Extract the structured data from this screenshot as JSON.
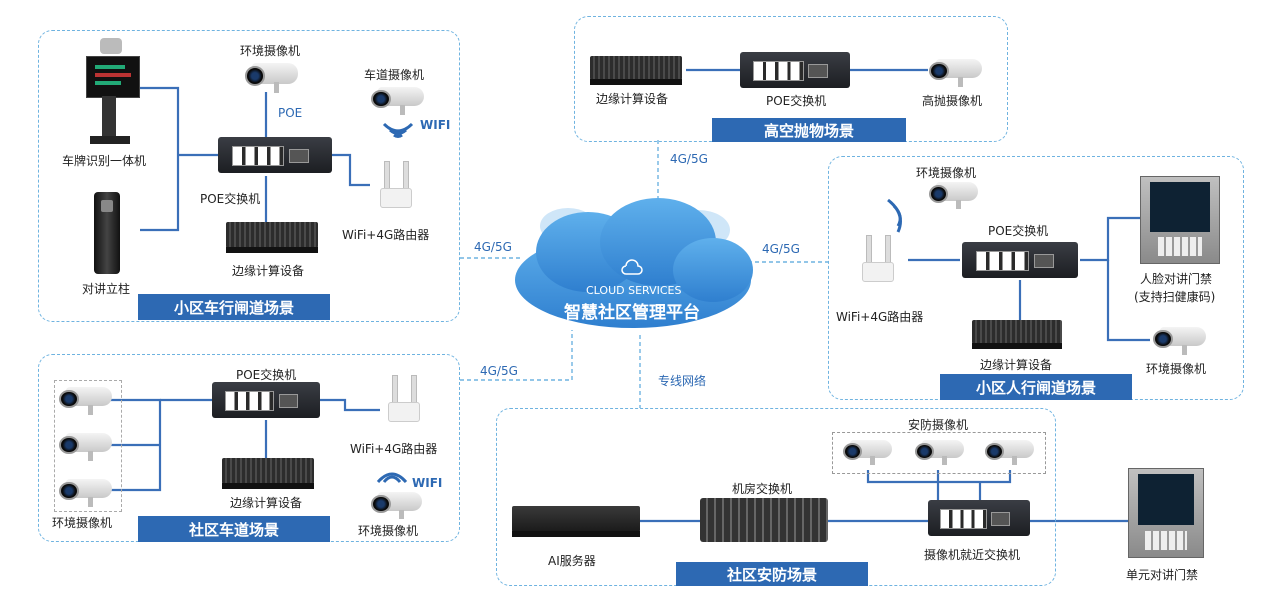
{
  "cloud": {
    "top_label": "CLOUD SERVICES",
    "main_label": "智慧社区管理平台"
  },
  "links": {
    "to_top": "4G/5G",
    "to_left": "4G/5G",
    "to_right": "4G/5G",
    "to_bottom_left": "4G/5G",
    "to_bottom": "专线网络"
  },
  "zone_vehicle_gate": {
    "title": "小区车行闸道场景",
    "plate_camera": "车牌识别一体机",
    "intercom_post": "对讲立柱",
    "env_camera": "环境摄像机",
    "poe_link": "POE",
    "lane_camera": "车道摄像机",
    "wifi": "WIFI",
    "switch": "POE交换机",
    "router": "WiFi+4G路由器",
    "edge": "边缘计算设备"
  },
  "zone_highrise": {
    "title": "高空抛物场景",
    "edge": "边缘计算设备",
    "switch": "POE交换机",
    "camera": "高抛摄像机"
  },
  "zone_pedestrian": {
    "title": "小区人行闸道场景",
    "env_camera_top": "环境摄像机",
    "switch": "POE交换机",
    "router": "WiFi+4G路由器",
    "edge": "边缘计算设备",
    "face_door_line1": "人脸对讲门禁",
    "face_door_line2": "(支持扫健康码)",
    "env_camera_bottom": "环境摄像机"
  },
  "zone_road": {
    "title": "社区车道场景",
    "switch": "POE交换机",
    "env_cameras": "环境摄像机",
    "router": "WiFi+4G路由器",
    "wifi": "WIFI",
    "edge": "边缘计算设备",
    "env_camera": "环境摄像机"
  },
  "zone_security": {
    "title": "社区安防场景",
    "security_cameras": "安防摄像机",
    "room_switch": "机房交换机",
    "ai_server": "AI服务器",
    "near_switch": "摄像机就近交换机"
  },
  "unit_door": "单元对讲门禁",
  "colors": {
    "accent": "#2d69b3",
    "dashed": "#6fb3e0",
    "cloud": "#3a8fd6"
  }
}
